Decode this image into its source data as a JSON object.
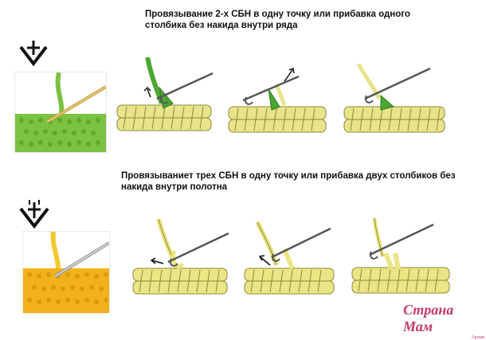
{
  "section_top": {
    "title": "Провязывание 2-х СБН в одну точку  или   прибавка одного\nстолбика без накида  внутри ряда",
    "symbol_icon": "increase-2sc-symbol",
    "photo_color": "#7bc142",
    "step_colors": {
      "fabric": "#e9e38a",
      "accent": "#4aa832"
    }
  },
  "section_bottom": {
    "title": "Провязываниет трех СБН в одну точку  или прибавка двух столбиков без\nнакида внутри полотна",
    "symbol_icon": "increase-3sc-symbol",
    "photo_color": "#f2b21b",
    "step_colors": {
      "fabric": "#ece585",
      "accent": "#ece585"
    }
  },
  "watermark": {
    "text": "Страна Мам",
    "small": "Архив"
  }
}
